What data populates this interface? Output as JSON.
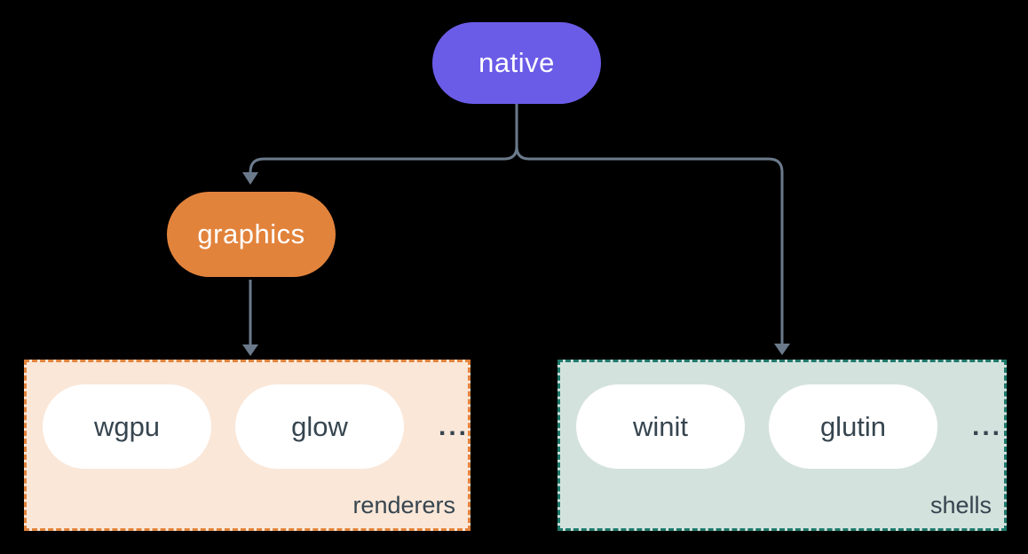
{
  "nodes": {
    "native": {
      "label": "native"
    },
    "graphics": {
      "label": "graphics"
    }
  },
  "groups": {
    "renderers": {
      "label": "renderers",
      "pills": [
        "wgpu",
        "glow"
      ],
      "more": "..."
    },
    "shells": {
      "label": "shells",
      "pills": [
        "winit",
        "glutin"
      ],
      "more": "..."
    }
  },
  "edges": [
    {
      "from": "native",
      "to": "graphics"
    },
    {
      "from": "native",
      "to": "shells"
    },
    {
      "from": "graphics",
      "to": "renderers"
    }
  ],
  "colors": {
    "background": "#000000",
    "node-purple": "#6B5CE8",
    "node-orange": "#E2833C",
    "node-text": "#FFFFFF",
    "connector": "#6B7A8B",
    "renderers-fill": "#FAE7D8",
    "renderers-border": "#E2833C",
    "shells-fill": "#D4E2DD",
    "shells-border": "#1E7A6B",
    "pill-fill": "#FFFFFF",
    "pill-text": "#36454F"
  }
}
